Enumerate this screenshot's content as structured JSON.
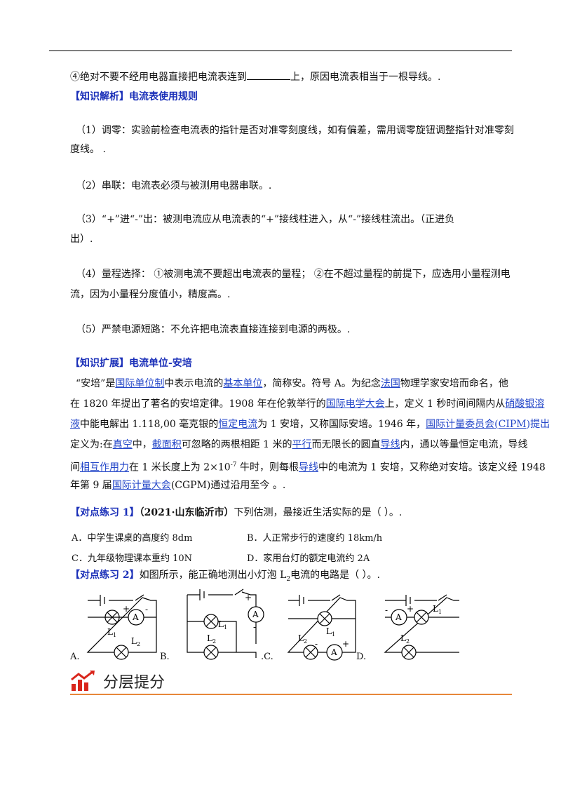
{
  "item4": {
    "before": "④绝对不要不经用电器直接把电流表连到",
    "after": "上，原因电流表相当于一根导线。."
  },
  "section1": {
    "tag": "【知识解析】",
    "title": "电流表使用规则"
  },
  "rules": {
    "r1a": "（1）调零：实验前检查电流表的指针是否对准零刻度线，如有偏差，需用调零旋钮调整指针对准零刻",
    "r1b": "度线。 .",
    "r2": "（2）串联：电流表必须与被测用电器串联。.",
    "r3a": "（3）“+”进“-”出：被测电流应从电流表的“+”接线柱进入，从“-”接线柱流出。（正进负",
    "r3b": "出）.",
    "r4a": "（4）量程选择：  ①被测电流不要超出电流表的量程；  ②在不超过量程的前提下，应选用小量程测电",
    "r4b": "流，因为小量程分度值小，精度高。.",
    "r5": "（5）严禁电源短路：不允许把电流表直接连接到电源的两极。."
  },
  "section2": {
    "tag": "【知识扩展】",
    "title": "电流单位-安培"
  },
  "ampere": {
    "l1a": "“安培”是",
    "l1link1": "国际单位制",
    "l1b": "中表示电流的",
    "l1link2": "基本单位",
    "l1c": "，简称安。符号 A。为纪念",
    "l1link3": "法国",
    "l1d": "物理学家安培而命名，他",
    "l2": "在 1820 年提出了著名的安培定律。1908 年在伦敦举行的",
    "l2link": "国际电学大会",
    "l2b": "上，定义 1 秒时间间隔内从",
    "l2link2": "硝酸银溶",
    "l3link": "液",
    "l3a": "中能电解出 1.118,00 毫克银的",
    "l3link2": "恒定电流",
    "l3b": "为 1 安培，又称国际安培。1946 年，",
    "l3link3": "国际计量委员会",
    "l3c": "(",
    "l3link4": "CIPM",
    "l3d": ")提出",
    "l4a": "定义为:在",
    "l4link1": "真空",
    "l4b": "中，",
    "l4link2": "截面积",
    "l4c": "可忽略的两根相距 1 米的",
    "l4link3": "平行",
    "l4d": "而无限长的圆直",
    "l4link4": "导线",
    "l4e": "内，通以等量恒定电流，导线",
    "l5a": "间",
    "l5link": "相互作用力",
    "l5b": "在 1 米长度上为 2×10",
    "l5sup": "-7",
    "l5c": " 牛时，则每根",
    "l5link2": "导线",
    "l5d": "中的电流为 1 安培，又称绝对安培。该定义经 1948",
    "l6a": "年第 9 届",
    "l6link": "国际计量大会",
    "l6b": "(CGPM)通过沿用至今 。."
  },
  "ex1": {
    "tag": "【对点练习 1】",
    "source": "（2021·山东临沂市）",
    "question": "下列估测，最接近生活实际的是（   ）。.",
    "A": "A．中学生课桌的高度约 8dm",
    "B": "B．人正常步行的速度约 18km/h",
    "C": "C．九年级物理课本重约 10N",
    "D": "D．家用台灯的额定电流约 2A"
  },
  "ex2": {
    "tag": "【对点练习 2】",
    "question": "如图所示，能正确地测出小灯泡 L",
    "sub": "2",
    "question2": "电流的电路是（   ）。.",
    "labels": [
      "A.",
      "B.",
      ".C.",
      "D."
    ]
  },
  "circuit": {
    "ammeter": "A",
    "plus": "+",
    "minus": "-",
    "l1": "L",
    "l2": "L",
    "s1": "1",
    "s2": "2"
  },
  "footer": {
    "title": "分层提分"
  },
  "colors": {
    "blue": "#1a2fb8",
    "orange": "#e7873a",
    "logo_red": "#d9261c"
  }
}
